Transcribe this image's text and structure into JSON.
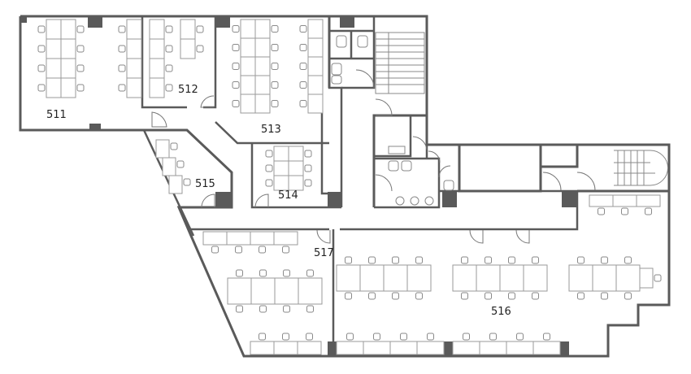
{
  "rooms": [
    {
      "id": "511",
      "label": "511"
    },
    {
      "id": "512",
      "label": "512"
    },
    {
      "id": "513",
      "label": "513"
    },
    {
      "id": "514",
      "label": "514"
    },
    {
      "id": "515",
      "label": "515"
    },
    {
      "id": "516",
      "label": "516"
    },
    {
      "id": "517",
      "label": "517"
    }
  ],
  "colors": {
    "wall": "#5a5a5a",
    "column": "#5a5a5a",
    "furniture": "#9a9a9a"
  }
}
